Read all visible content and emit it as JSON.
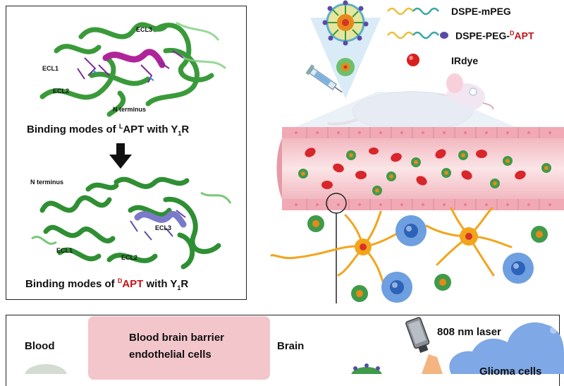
{
  "left_panel": {
    "top_structure": {
      "labels": {
        "ecl1": "ECL1",
        "ecl2": "ECL2",
        "ecl3": "ECL3",
        "nterm": "N terminus"
      },
      "caption": {
        "prefix": "Binding modes of ",
        "sup": "L",
        "mid": "APT with Y",
        "sub": "1",
        "suffix": "R"
      }
    },
    "bottom_structure": {
      "labels": {
        "nterm": "N terminus",
        "ecl1": "ECL1",
        "ecl2": "ECL2",
        "ecl3": "ECL3"
      },
      "caption": {
        "prefix": "Binding modes of ",
        "sup": "D",
        "apt": "APT",
        "mid": " with Y",
        "sub": "1",
        "suffix": "R"
      }
    },
    "colors": {
      "protein": "#3a9a3a",
      "ligand_top": "#b0249a",
      "ligand_bottom": "#7a7acb",
      "arrow": "#111111"
    }
  },
  "legend": {
    "items": [
      {
        "label": "DSPE-mPEG",
        "icon": "squiggle-line-icon"
      },
      {
        "label_prefix": "DSPE-PEG-",
        "label_sup": "D",
        "label_apt": "APT",
        "icon": "squiggle-line-ball-icon"
      },
      {
        "label": "IRdye",
        "icon": "red-dot-icon"
      }
    ],
    "colors": {
      "line_yellow": "#e8c23a",
      "line_teal": "#3aa6a6",
      "ball_purple": "#5a4aa8",
      "dye_red": "#d81f1f"
    }
  },
  "bottom_panel": {
    "blood_label": "Blood",
    "bbb_label_line1": "Blood brain barrier",
    "bbb_label_line2": "endothelial cells",
    "brain_label": "Brain",
    "laser_label": "808 nm laser",
    "glioma_label": "Glioma cells",
    "colors": {
      "bbb_fill": "#f3c6cc",
      "glioma_fill": "#7ea8e6"
    }
  },
  "colors": {
    "vessel_wall": "#f1a9b5",
    "vessel_lumen": "#f6d4d6",
    "rbc": "#d8262b",
    "nanoparticle": "#3f9a4a",
    "astrocyte": "#f2a51b",
    "tumor_cell": "#6e9fe0"
  }
}
